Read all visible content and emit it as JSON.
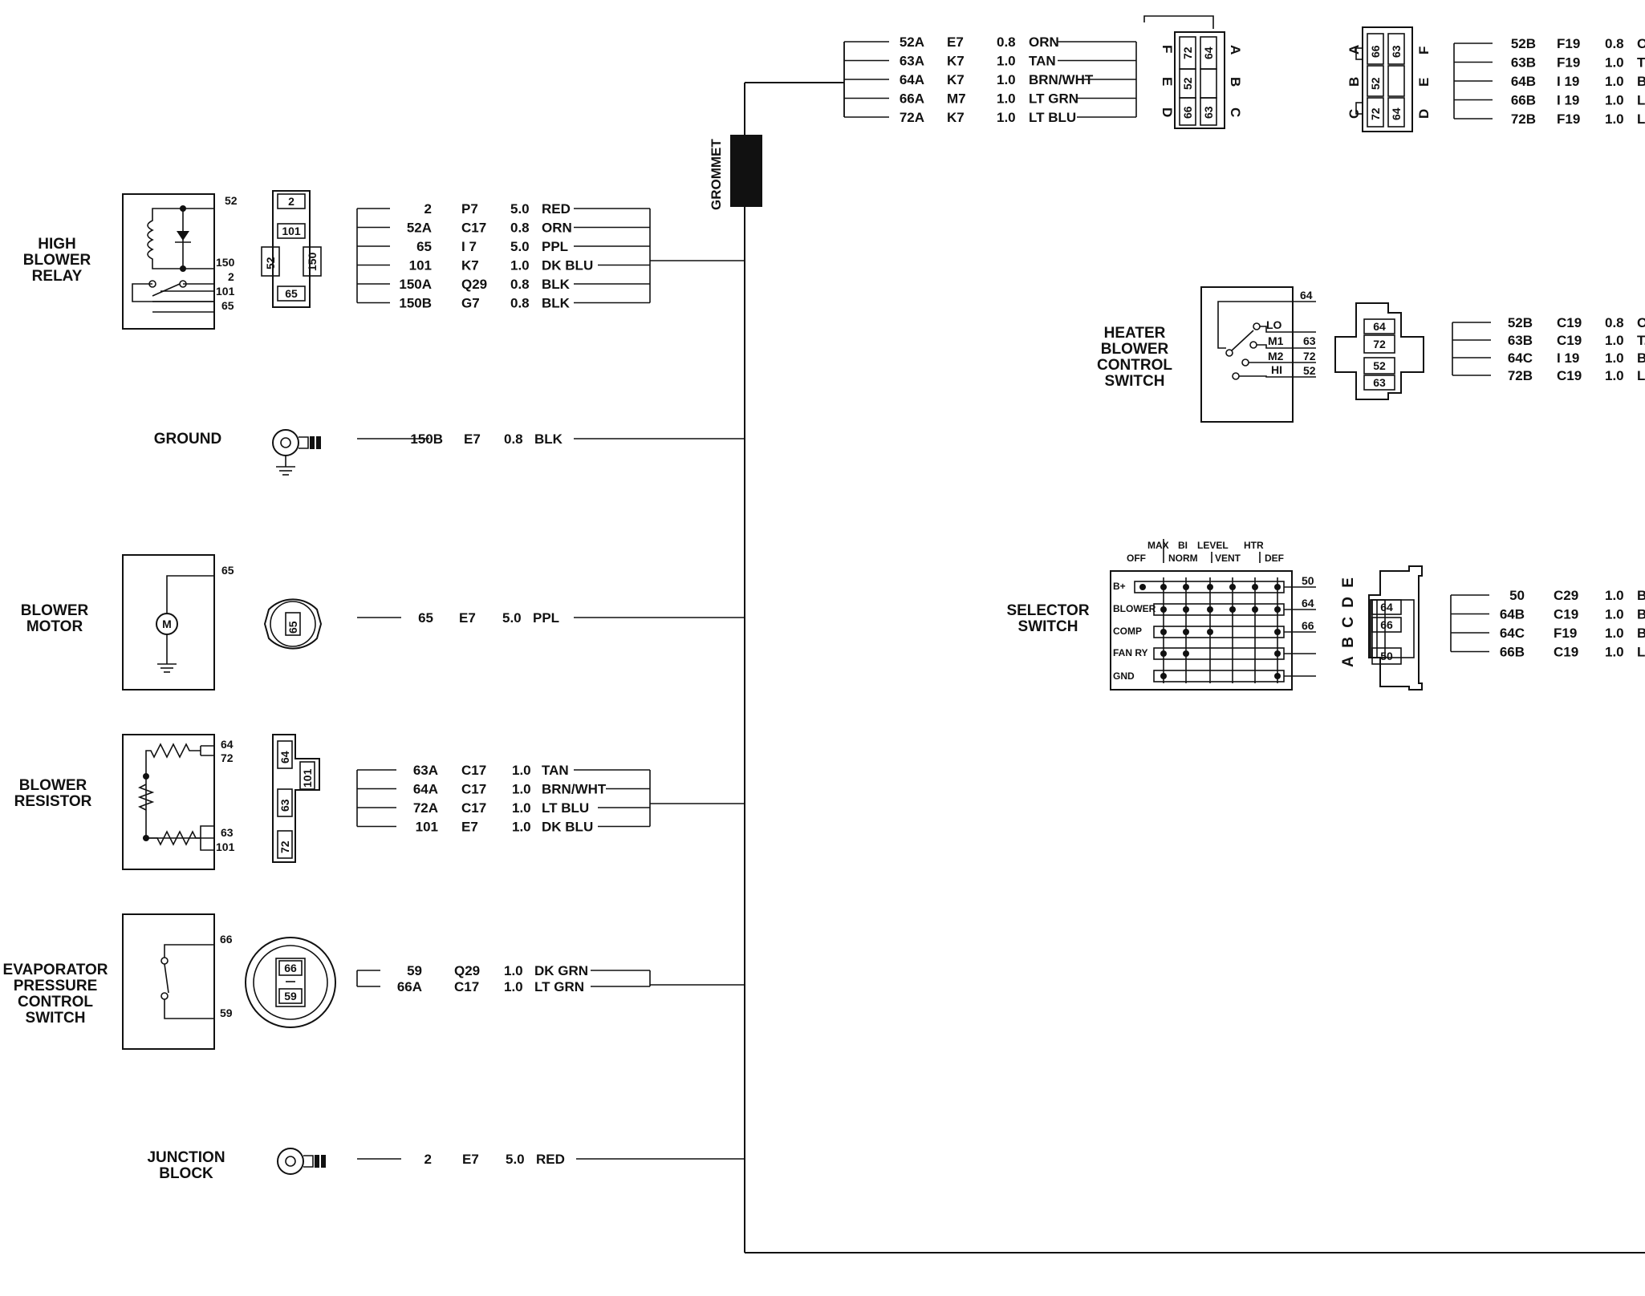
{
  "grommet_label": "GROMMET",
  "components": {
    "high_blower_relay": {
      "label": [
        "HIGH",
        "BLOWER",
        "RELAY"
      ],
      "pins": [
        "52",
        "150",
        "2",
        "101",
        "65"
      ],
      "connector_pins": [
        "2",
        "101",
        "52",
        "150",
        "65"
      ]
    },
    "ground": {
      "label": [
        "GROUND"
      ]
    },
    "blower_motor": {
      "label": [
        "BLOWER",
        "MOTOR"
      ],
      "pin": "65",
      "symbol": "M",
      "connector_pin": "65"
    },
    "blower_resistor": {
      "label": [
        "BLOWER",
        "RESISTOR"
      ],
      "pins": [
        "64",
        "72",
        "63",
        "101"
      ],
      "connector_pins": [
        "64",
        "101",
        "63",
        "72"
      ]
    },
    "evap_switch": {
      "label": [
        "EVAPORATOR",
        "PRESSURE",
        "CONTROL",
        "SWITCH"
      ],
      "pins": [
        "66",
        "59"
      ],
      "connector_pins": [
        "66",
        "59"
      ]
    },
    "junction_block": {
      "label": [
        "JUNCTION",
        "BLOCK"
      ]
    },
    "heater_switch": {
      "label": [
        "HEATER",
        "BLOWER",
        "CONTROL",
        "SWITCH"
      ],
      "positions": [
        "LO",
        "M1",
        "M2",
        "HI"
      ],
      "pins": [
        "64",
        "63",
        "72",
        "52"
      ],
      "connector_pins": [
        "64",
        "72",
        "52",
        "63"
      ]
    },
    "selector_switch": {
      "label": [
        "SELECTOR",
        "SWITCH"
      ],
      "modes_top": [
        "MAX",
        "BI",
        "LEVEL",
        "HTR"
      ],
      "modes_bottom": [
        "OFF",
        "NORM",
        "VENT",
        "DEF"
      ],
      "rows": [
        "B+",
        "BLOWER",
        "COMP",
        "FAN RY",
        "GND"
      ],
      "pins": [
        "50",
        "64",
        "66"
      ],
      "side_letters": "A B C D E",
      "connector_pins": [
        "64",
        "66",
        "50"
      ]
    },
    "top_connector_1": {
      "letters_left": [
        "F",
        "E",
        "D"
      ],
      "letters_right": [
        "A",
        "B",
        "C"
      ],
      "pins": [
        "72",
        "64",
        "52",
        "66",
        "63"
      ]
    },
    "top_connector_2": {
      "letters_left": [
        "A",
        "B",
        "C"
      ],
      "letters_right": [
        "F",
        "E",
        "D"
      ],
      "pins": [
        "66",
        "63",
        "52",
        "72",
        "64"
      ]
    }
  },
  "wire_groups": {
    "relay": [
      {
        "circuit": "2",
        "loc": "P7",
        "gauge": "5.0",
        "color": "RED"
      },
      {
        "circuit": "52A",
        "loc": "C17",
        "gauge": "0.8",
        "color": "ORN"
      },
      {
        "circuit": "65",
        "loc": "I 7",
        "gauge": "5.0",
        "color": "PPL"
      },
      {
        "circuit": "101",
        "loc": "K7",
        "gauge": "1.0",
        "color": "DK BLU"
      },
      {
        "circuit": "150A",
        "loc": "Q29",
        "gauge": "0.8",
        "color": "BLK"
      },
      {
        "circuit": "150B",
        "loc": "G7",
        "gauge": "0.8",
        "color": "BLK"
      }
    ],
    "ground": [
      {
        "circuit": "150B",
        "loc": "E7",
        "gauge": "0.8",
        "color": "BLK"
      }
    ],
    "motor": [
      {
        "circuit": "65",
        "loc": "E7",
        "gauge": "5.0",
        "color": "PPL"
      }
    ],
    "resistor": [
      {
        "circuit": "63A",
        "loc": "C17",
        "gauge": "1.0",
        "color": "TAN"
      },
      {
        "circuit": "64A",
        "loc": "C17",
        "gauge": "1.0",
        "color": "BRN/WHT"
      },
      {
        "circuit": "72A",
        "loc": "C17",
        "gauge": "1.0",
        "color": "LT BLU"
      },
      {
        "circuit": "101",
        "loc": "E7",
        "gauge": "1.0",
        "color": "DK BLU"
      }
    ],
    "evap": [
      {
        "circuit": "59",
        "loc": "Q29",
        "gauge": "1.0",
        "color": "DK GRN"
      },
      {
        "circuit": "66A",
        "loc": "C17",
        "gauge": "1.0",
        "color": "LT GRN"
      }
    ],
    "junction": [
      {
        "circuit": "2",
        "loc": "E7",
        "gauge": "5.0",
        "color": "RED"
      }
    ],
    "top": [
      {
        "circuit": "52A",
        "loc": "E7",
        "gauge": "0.8",
        "color": "ORN"
      },
      {
        "circuit": "63A",
        "loc": "K7",
        "gauge": "1.0",
        "color": "TAN"
      },
      {
        "circuit": "64A",
        "loc": "K7",
        "gauge": "1.0",
        "color": "BRN/WHT"
      },
      {
        "circuit": "66A",
        "loc": "M7",
        "gauge": "1.0",
        "color": "LT GRN"
      },
      {
        "circuit": "72A",
        "loc": "K7",
        "gauge": "1.0",
        "color": "LT BLU"
      }
    ],
    "top_right": [
      {
        "circuit": "52B",
        "loc": "F19",
        "gauge": "0.8",
        "color": "O"
      },
      {
        "circuit": "63B",
        "loc": "F19",
        "gauge": "1.0",
        "color": "T"
      },
      {
        "circuit": "64B",
        "loc": "I 19",
        "gauge": "1.0",
        "color": "B"
      },
      {
        "circuit": "66B",
        "loc": "I 19",
        "gauge": "1.0",
        "color": "L"
      },
      {
        "circuit": "72B",
        "loc": "F19",
        "gauge": "1.0",
        "color": "L"
      }
    ],
    "heater": [
      {
        "circuit": "52B",
        "loc": "C19",
        "gauge": "0.8",
        "color": "O"
      },
      {
        "circuit": "63B",
        "loc": "C19",
        "gauge": "1.0",
        "color": "T."
      },
      {
        "circuit": "64C",
        "loc": "I 19",
        "gauge": "1.0",
        "color": "B"
      },
      {
        "circuit": "72B",
        "loc": "C19",
        "gauge": "1.0",
        "color": "L"
      }
    ],
    "selector": [
      {
        "circuit": "50",
        "loc": "C29",
        "gauge": "1.0",
        "color": "B"
      },
      {
        "circuit": "64B",
        "loc": "C19",
        "gauge": "1.0",
        "color": "B"
      },
      {
        "circuit": "64C",
        "loc": "F19",
        "gauge": "1.0",
        "color": "B"
      },
      {
        "circuit": "66B",
        "loc": "C19",
        "gauge": "1.0",
        "color": "L"
      }
    ]
  }
}
